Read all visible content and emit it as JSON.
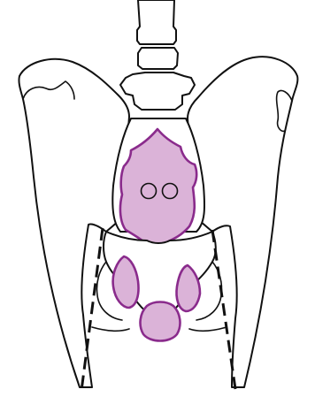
{
  "diagram": {
    "subject": "pelvis-front-view",
    "colors": {
      "highlight_fill": "#dbb3d8",
      "highlight_stroke": "#8a2b8c",
      "line": "#111111",
      "bone_fill": "#ffffff"
    },
    "annotations": {
      "dashed_lines": 2,
      "foramina_circles": 2
    }
  }
}
